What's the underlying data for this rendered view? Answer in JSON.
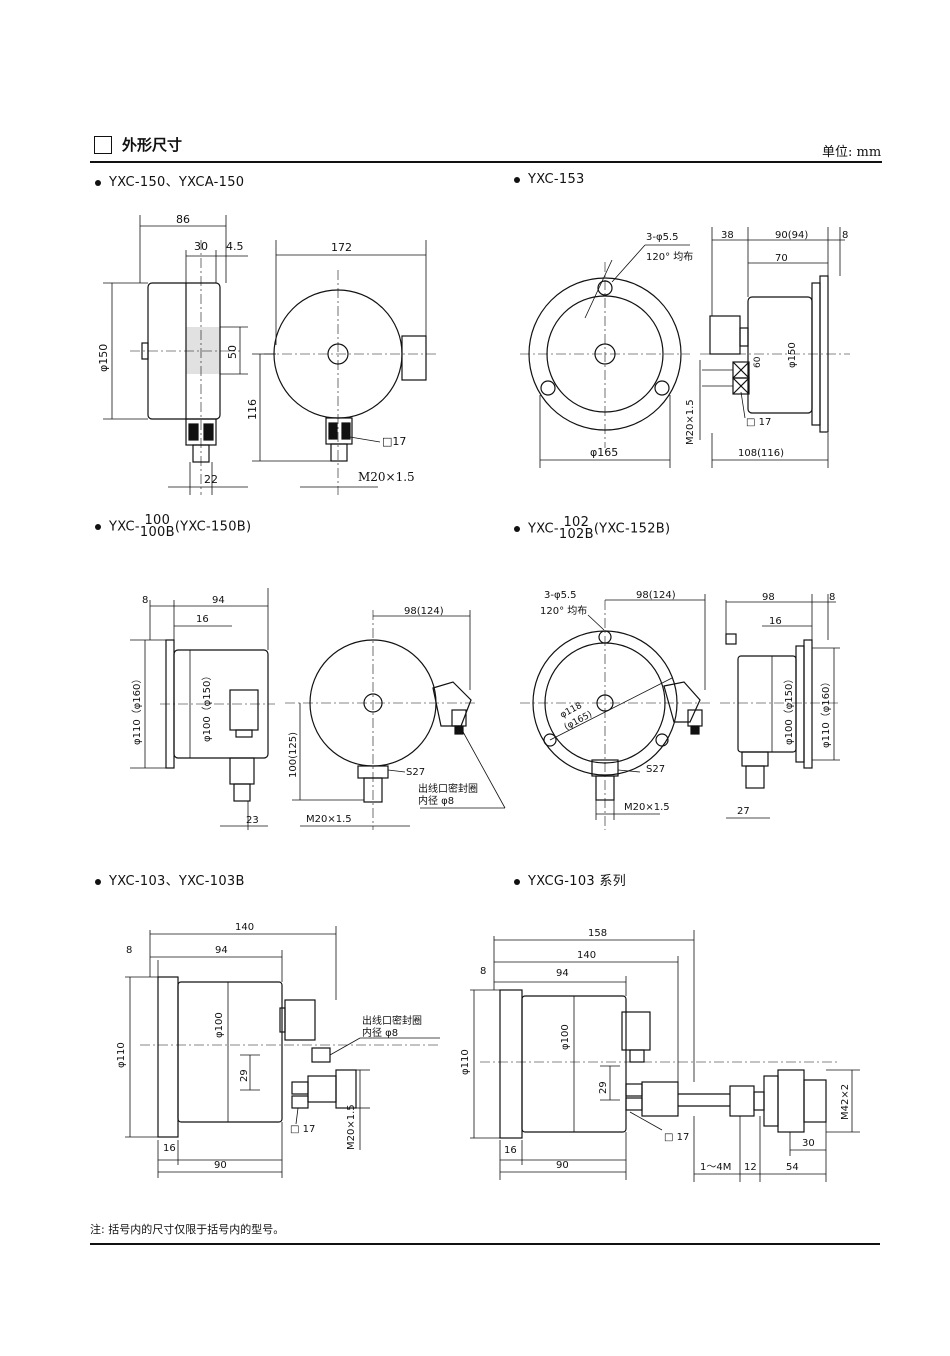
{
  "header": {
    "title": "外形尺寸",
    "unit": "单位: mm"
  },
  "sections": {
    "s1": "YXC-150、YXCA-150",
    "s2": "YXC-153",
    "s3_prefix": "YXC-",
    "s3_top": "100",
    "s3_bottom": "100B",
    "s3_suffix": "(YXC-150B)",
    "s4_prefix": "YXC-",
    "s4_top": "102",
    "s4_bottom": "102B",
    "s4_suffix": "(YXC-152B)",
    "s5": "YXC-103、YXC-103B",
    "s6": "YXCG-103 系列"
  },
  "dims": {
    "d1_86": "86",
    "d1_30": "30",
    "d1_45": "4.5",
    "d1_phi150": "φ150",
    "d1_50": "50",
    "d1_22": "22",
    "d1_172": "172",
    "d1_116": "116",
    "d1_sq17": "□17",
    "d1_m20": "M20×1.5",
    "d2_3phi": "3-φ5.5",
    "d2_120": "120° 均布",
    "d2_phi165": "φ165",
    "d2_m20": "M20×1.5",
    "d2_38": "38",
    "d2_90": "90(94)",
    "d2_8": "8",
    "d2_70": "70",
    "d2_phi150": "φ150",
    "d2_60": "60",
    "d2_sq17": "□ 17",
    "d2_108": "108(116)",
    "d3_8": "8",
    "d3_94": "94",
    "d3_16": "16",
    "d3_phi110": "φ110（φ160）",
    "d3_phi100": "φ100（φ150）",
    "d3_23": "23",
    "d3_98": "98(124)",
    "d3_100": "100(125)",
    "d3_s27": "S27",
    "d3_outlet1": "出线口密封圈",
    "d3_outlet2": "内径 φ8",
    "d3_m20": "M20×1.5",
    "d4_3phi": "3-φ5.5",
    "d4_120": "120° 均布",
    "d4_98": "98(124)",
    "d4_phi118": "φ118",
    "d4_phi165": "(φ165)",
    "d4_s27": "S27",
    "d4_m20": "M20×1.5",
    "d4_98b": "98",
    "d4_8": "8",
    "d4_16": "16",
    "d4_phi150": "φ100（φ150）",
    "d4_phi160": "φ110（φ160）",
    "d4_27": "27",
    "d5_140": "140",
    "d5_8": "8",
    "d5_94": "94",
    "d5_phi110": "φ110",
    "d5_phi100": "φ100",
    "d5_outlet1": "出线口密封圈",
    "d5_outlet2": "内径 φ8",
    "d5_29": "29",
    "d5_sq17": "□ 17",
    "d5_m20": "M20×1.5",
    "d5_16": "16",
    "d5_90": "90",
    "d6_158": "158",
    "d6_140": "140",
    "d6_8": "8",
    "d6_94": "94",
    "d6_phi110": "φ110",
    "d6_phi100": "φ100",
    "d6_29": "29",
    "d6_sq17": "□ 17",
    "d6_16": "16",
    "d6_90": "90",
    "d6_14m": "1～4M",
    "d6_12": "12",
    "d6_54": "54",
    "d6_30": "30",
    "d6_m42": "M42×2"
  },
  "note": "注: 括号内的尺寸仅限于括号内的型号。"
}
